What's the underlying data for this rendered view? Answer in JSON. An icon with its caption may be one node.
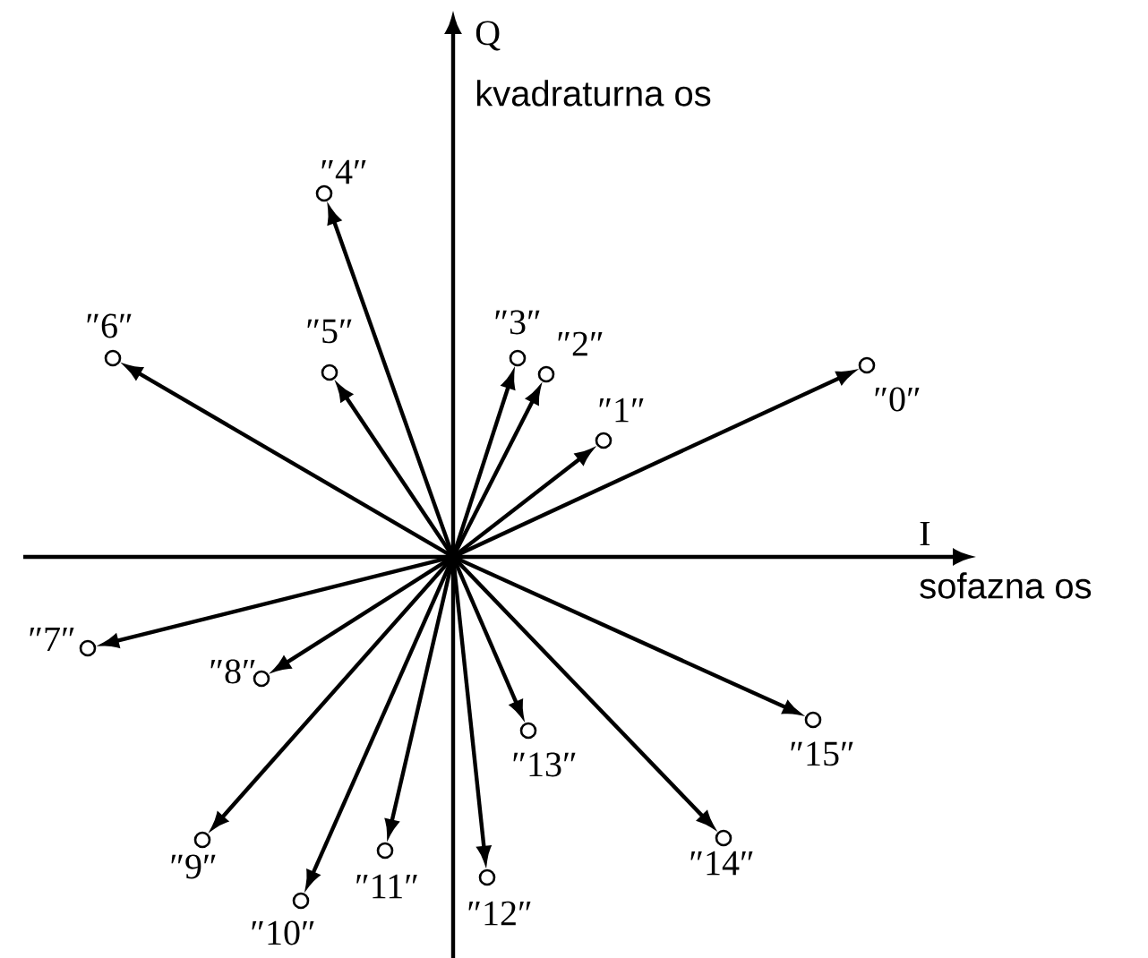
{
  "diagram": {
    "nodes": [
      {
        "text": [
          "″0″"
        ]
      },
      {
        "text": [
          "″1″"
        ]
      },
      {
        "text": [
          "″2″"
        ]
      },
      {
        "text": [
          "″3″"
        ]
      },
      {
        "text": [
          "″4″"
        ]
      },
      {
        "text": [
          "″5″"
        ]
      },
      {
        "text": [
          "″6″"
        ]
      },
      {
        "text": [
          "″7″"
        ]
      },
      {
        "text": [
          "″8″"
        ]
      },
      {
        "text": [
          "″9″"
        ]
      },
      {
        "text": [
          "″10″"
        ]
      },
      {
        "text": [
          "″11″"
        ]
      },
      {
        "text": [
          "″12″"
        ]
      },
      {
        "text": [
          "″13″"
        ]
      },
      {
        "text": [
          "″14″"
        ]
      },
      {
        "text": [
          "″15″"
        ]
      }
    ],
    "edges": [
      {
        "from": null,
        "to": 0,
        "arrow": "to"
      },
      {
        "from": null,
        "to": 1,
        "arrow": "to"
      },
      {
        "from": null,
        "to": 2,
        "arrow": "to"
      },
      {
        "from": null,
        "to": 3,
        "arrow": "to"
      },
      {
        "from": null,
        "to": 4,
        "arrow": "to"
      },
      {
        "from": null,
        "to": 5,
        "arrow": "to"
      },
      {
        "from": null,
        "to": 6,
        "arrow": "to"
      },
      {
        "from": null,
        "to": 7,
        "arrow": "to"
      },
      {
        "from": null,
        "to": 8,
        "arrow": "to"
      },
      {
        "from": null,
        "to": 9,
        "arrow": "to"
      },
      {
        "from": null,
        "to": 10,
        "arrow": "to"
      },
      {
        "from": null,
        "to": 11,
        "arrow": "to"
      },
      {
        "from": null,
        "to": 12,
        "arrow": "to"
      },
      {
        "from": null,
        "to": 13,
        "arrow": "to"
      },
      {
        "from": null,
        "to": 14,
        "arrow": "to"
      },
      {
        "from": null,
        "to": 15,
        "arrow": "to"
      }
    ],
    "labels": [
      "Q",
      "kvadraturna os",
      "I",
      "sofazna os"
    ]
  }
}
